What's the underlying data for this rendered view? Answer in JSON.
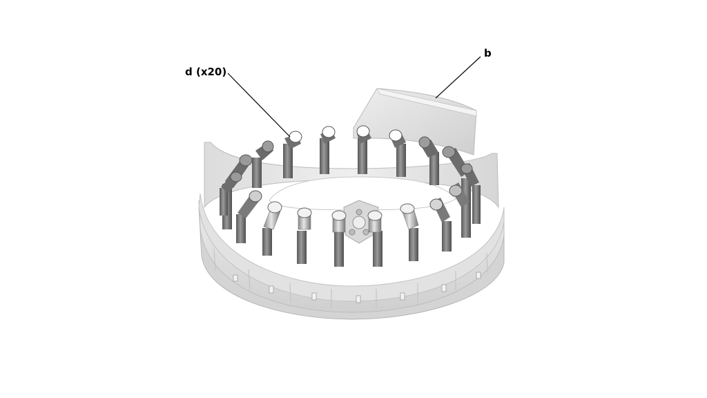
{
  "figure": {
    "callouts": [
      {
        "id": "d",
        "label": "d (x20)"
      },
      {
        "id": "b",
        "label": "b"
      }
    ],
    "colors": {
      "background": "#ffffff",
      "housing_light": "#e6e6e6",
      "housing_mid": "#d2d2d2",
      "housing_dark": "#b8b8b8",
      "tube_dark": "#6e6e6e",
      "tube_mid": "#8c8c8c",
      "tube_light": "#bdbdbd"
    }
  }
}
